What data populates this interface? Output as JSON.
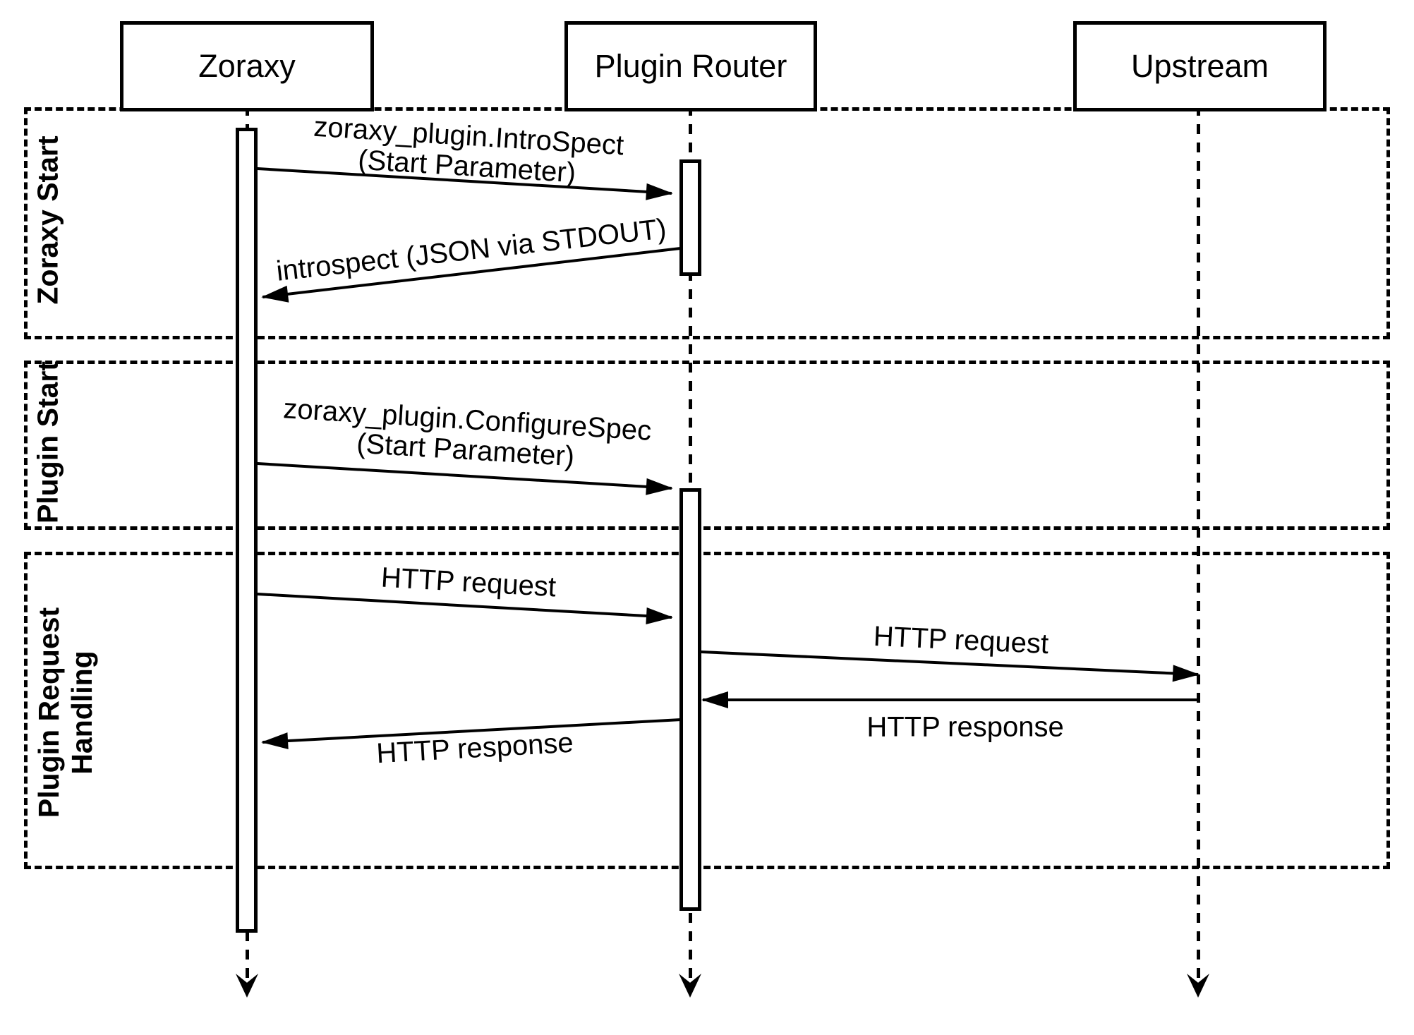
{
  "diagram": {
    "colors": {
      "ink": "#000000",
      "background": "#ffffff"
    },
    "actors": [
      {
        "label": "Zoraxy"
      },
      {
        "label": "Plugin Router"
      },
      {
        "label": "Upstream"
      }
    ],
    "groups": [
      {
        "label": "Zoraxy Start"
      },
      {
        "label": "Plugin Start"
      },
      {
        "label_line1": "Plugin Request",
        "label_line2": "Handling"
      }
    ],
    "messages": [
      {
        "from": "Zoraxy",
        "to": "Plugin Router",
        "line1": "zoraxy_plugin.IntroSpect",
        "line2": "(Start Parameter)"
      },
      {
        "from": "Plugin Router",
        "to": "Zoraxy",
        "label": "introspect (JSON via STDOUT)"
      },
      {
        "from": "Zoraxy",
        "to": "Plugin Router",
        "line1": "zoraxy_plugin.ConfigureSpec",
        "line2": "(Start Parameter)"
      },
      {
        "from": "Zoraxy",
        "to": "Plugin Router",
        "label": "HTTP request"
      },
      {
        "from": "Plugin Router",
        "to": "Upstream",
        "label": "HTTP request"
      },
      {
        "from": "Upstream",
        "to": "Plugin Router",
        "label": "HTTP response"
      },
      {
        "from": "Plugin Router",
        "to": "Zoraxy",
        "label": "HTTP response"
      }
    ]
  }
}
